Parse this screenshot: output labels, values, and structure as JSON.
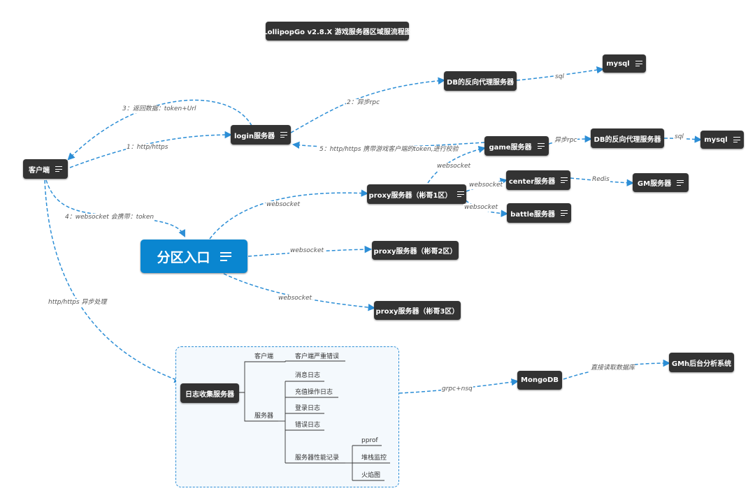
{
  "title": "LollipopGo v2.8.X 游戏服务器区域服流程图",
  "nodes": {
    "client": "客户端",
    "login": "login服务器",
    "db_proxy_1": "DB的反向代理服务器",
    "mysql_1": "mysql",
    "game": "game服务器",
    "db_proxy_2": "DB的反向代理服务器",
    "mysql_2": "mysql",
    "proxy_1": "proxy服务器（彬哥1区）",
    "center": "center服务器",
    "gm": "GM服务器",
    "battle": "battle服务器",
    "zone_entry": "分区入口",
    "proxy_2": "proxy服务器（彬哥2区）",
    "proxy_3": "proxy服务器（彬哥3区）",
    "log_server": "日志收集服务器",
    "mongodb": "MongoDB",
    "gm_analysis": "GMh后台分析系统"
  },
  "edge_labels": {
    "return_data": "3：返回数据：token+Url",
    "http_https": "1：http/https",
    "async_rpc_1": "2：异步rpc",
    "sql_1": "sql",
    "carry_token": "5：http/https 携带游戏客户端的token,进行校验",
    "async_rpc_2": "异步rpc",
    "sql_2": "sql",
    "ws_game": "websocket",
    "ws_center": "websocket",
    "redis": "Redis",
    "ws_battle": "websocket",
    "ws_entry_proxy1": "websocket",
    "ws_carry_token": "4：websocket 会携带：token",
    "ws_proxy2": "websocket",
    "ws_proxy3": "websocket",
    "http_async": "http/https  异步处理",
    "grpc_nsq": "grpc+nsq",
    "direct_read": "直接读取数据库"
  },
  "log_tree": {
    "client_branch": "客户端",
    "client_error": "客户端严重错误",
    "server_branch": "服务器",
    "message_log": "消息日志",
    "recharge_log": "充值操作日志",
    "login_log": "登录日志",
    "error_log": "错误日志",
    "perf_record": "服务器性能记录",
    "pprof": "pprof",
    "stack_monitor": "堆栈监控",
    "flame_graph": "火焰图"
  },
  "colors": {
    "node_bg": "#333333",
    "entry_bg": "#0a86d0",
    "edge": "#2c8ed6",
    "group_bg": "#f4f9fd"
  },
  "icons": {
    "node_menu": "menu-lines-icon"
  }
}
